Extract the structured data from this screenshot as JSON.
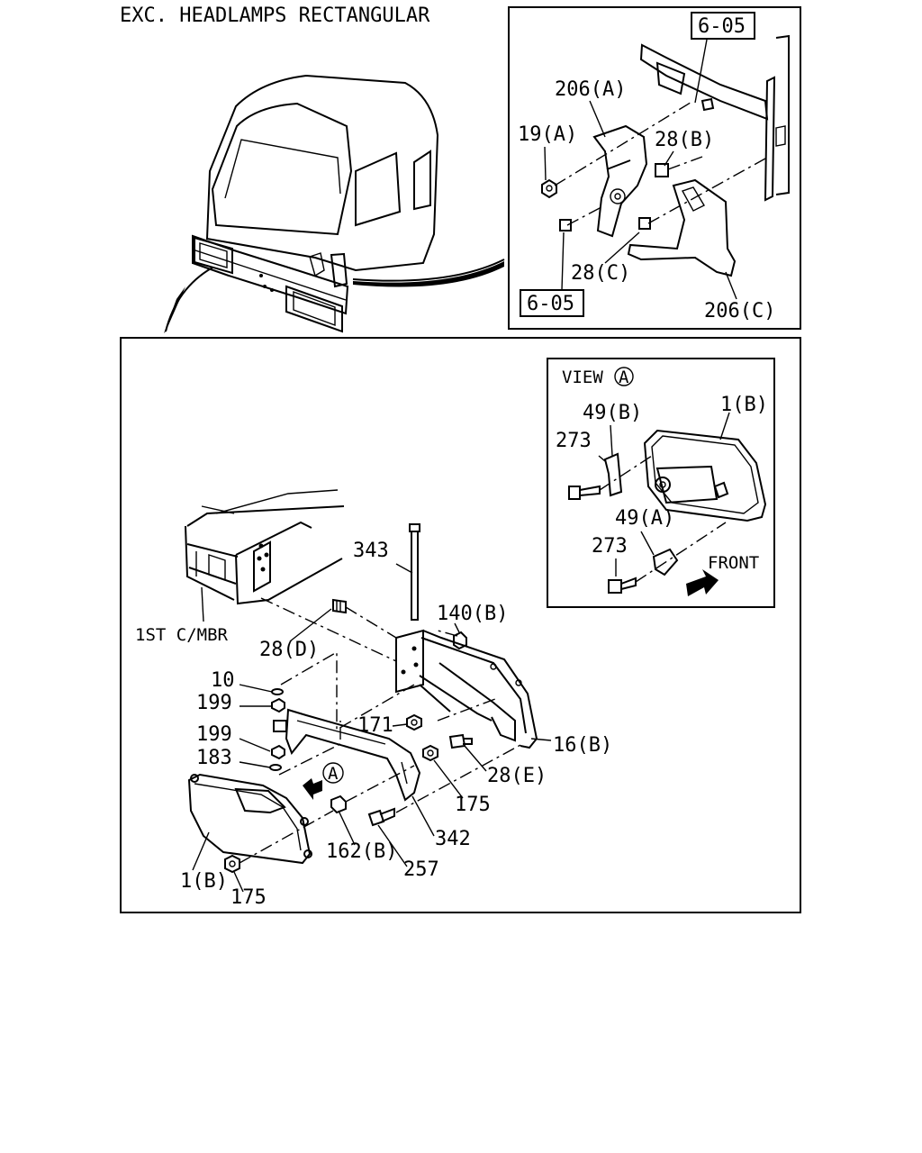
{
  "header": {
    "title": "EXC. HEADLAMPS RECTANGULAR"
  },
  "inset_top": {
    "refs": [
      "6-05",
      "6-05"
    ],
    "labels": {
      "a206": "206(A)",
      "a19": "19(A)",
      "b28": "28(B)",
      "c28": "28(C)",
      "c206": "206(C)"
    }
  },
  "main": {
    "labels": {
      "p343": "343",
      "p140b": "140(B)",
      "p1stcmbr": "1ST C/MBR",
      "p28d": "28(D)",
      "p10": "10",
      "p199a": "199",
      "p199b": "199",
      "p183": "183",
      "p171": "171",
      "p16b": "16(B)",
      "p28e": "28(E)",
      "p175a": "175",
      "p342": "342",
      "p162b": "162(B)",
      "p257": "257",
      "p1b": "1(B)",
      "p175b": "175",
      "circleA": "A"
    }
  },
  "view_a": {
    "title": "VIEW",
    "circle": "A",
    "labels": {
      "v49b": "49(B)",
      "v1b": "1(B)",
      "v273a": "273",
      "v49a": "49(A)",
      "v273b": "273",
      "front": "FRONT"
    }
  }
}
